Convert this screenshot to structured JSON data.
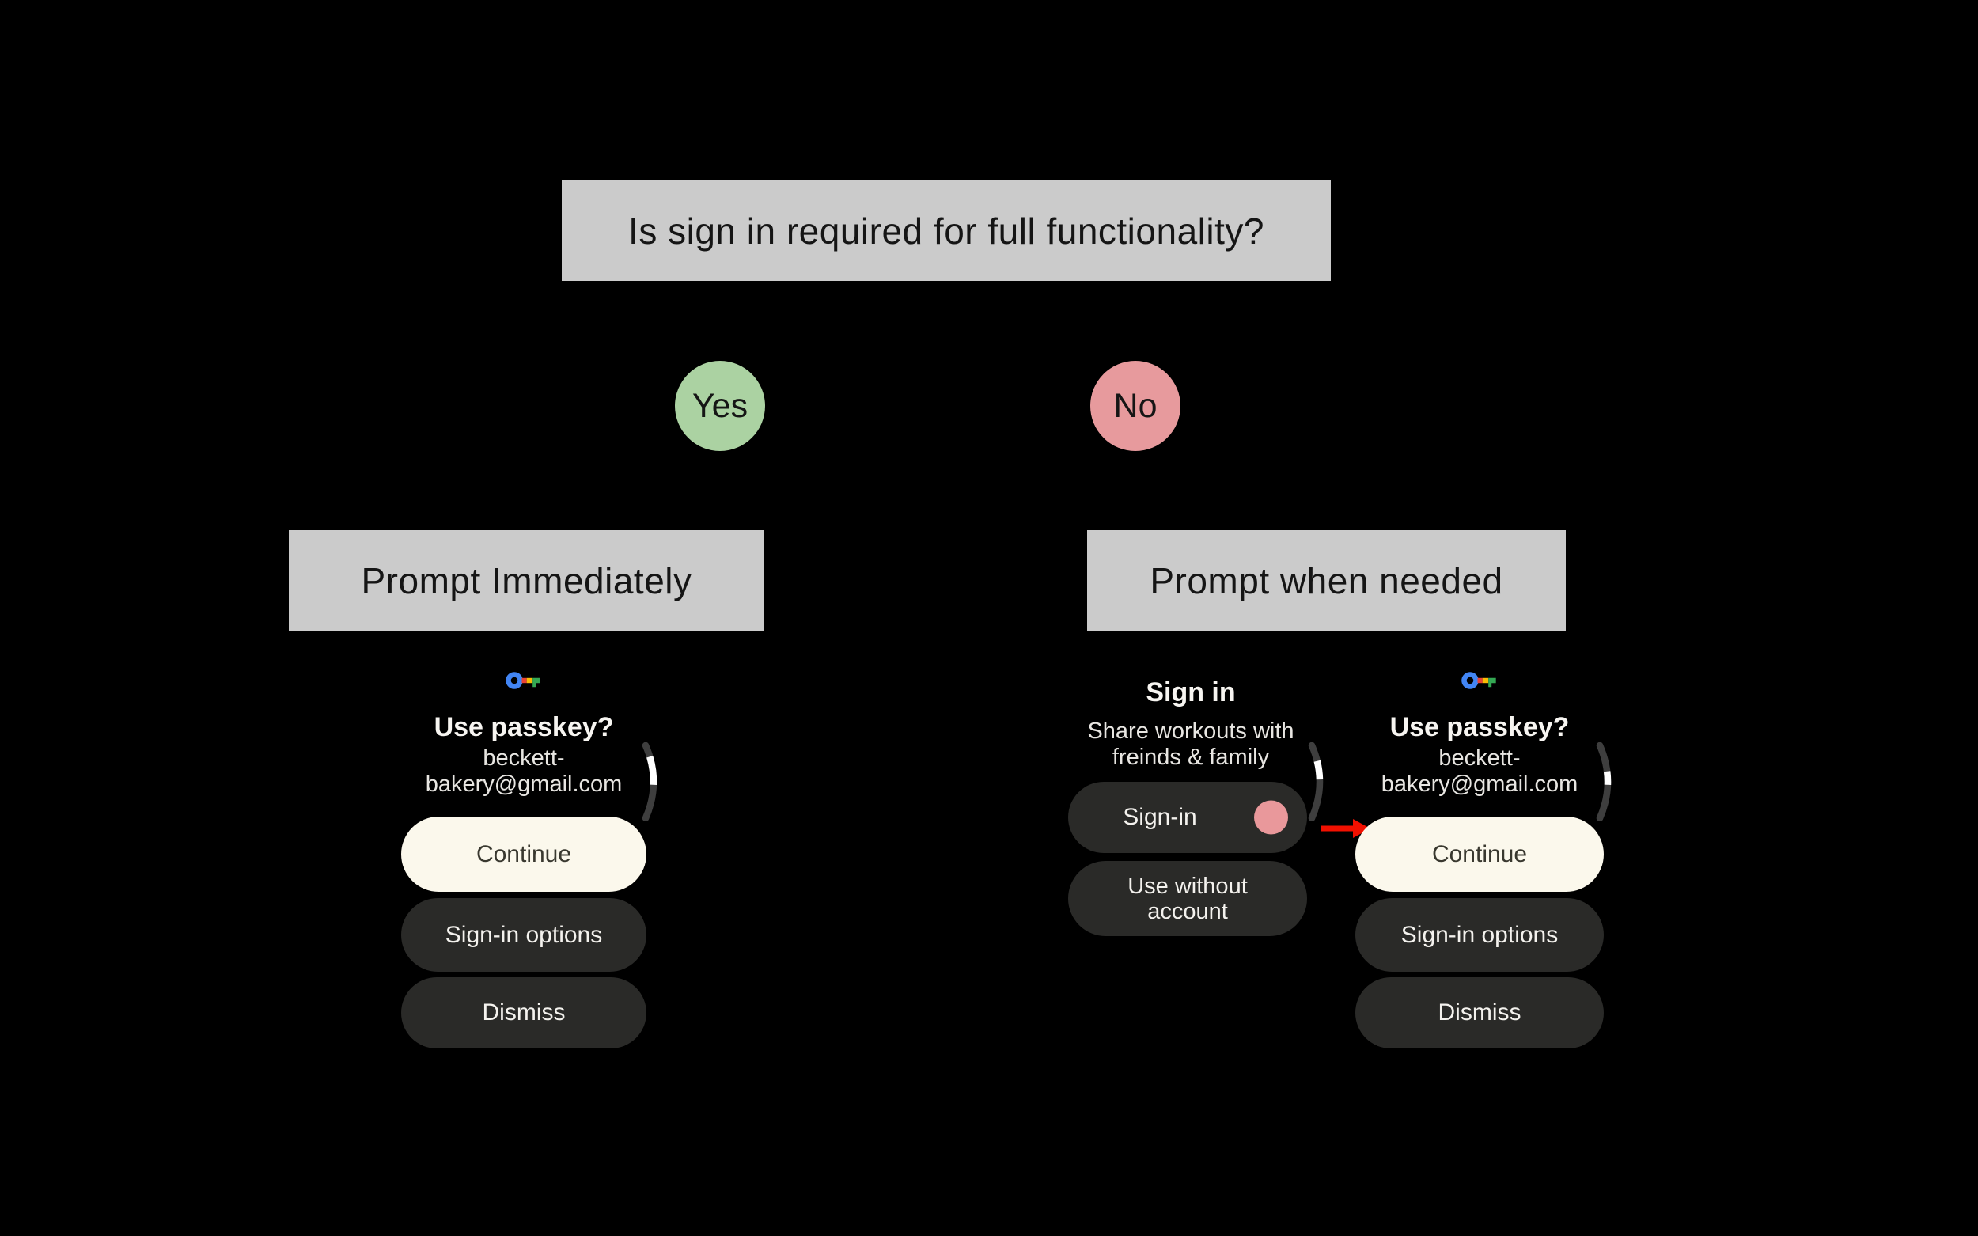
{
  "colors": {
    "box_gray": "#cbcbcb",
    "yes_green": "#abd2a2",
    "no_pink": "#e79a9d",
    "dot_pink": "#e9989b",
    "btn_dark": "#2a2a28",
    "btn_cream": "#fbf8ec",
    "arrow_red": "#f21000",
    "arc_track": "#3e3e3e",
    "arc_thumb": "#ffffff",
    "g_blue": "#4285F4",
    "g_red": "#EA4335",
    "g_yellow": "#FBBC04",
    "g_green": "#34A853"
  },
  "flowchart": {
    "question": "Is sign in required for full functionality?",
    "yes": {
      "label": "Yes",
      "outcome": "Prompt Immediately"
    },
    "no": {
      "label": "No",
      "outcome": "Prompt when needed"
    }
  },
  "passkey_screen": {
    "icon": "google-passkey-key-icon",
    "title": "Use passkey?",
    "account_line1": "beckett-",
    "account_line2": "bakery@gmail.com",
    "continue_label": "Continue",
    "signin_options_label": "Sign-in options",
    "dismiss_label": "Dismiss"
  },
  "signin_screen": {
    "title": "Sign in",
    "subtitle_line1": "Share workouts with",
    "subtitle_line2": "freinds & family",
    "signin_label": "Sign-in",
    "use_without_line1": "Use without",
    "use_without_line2": "account"
  }
}
